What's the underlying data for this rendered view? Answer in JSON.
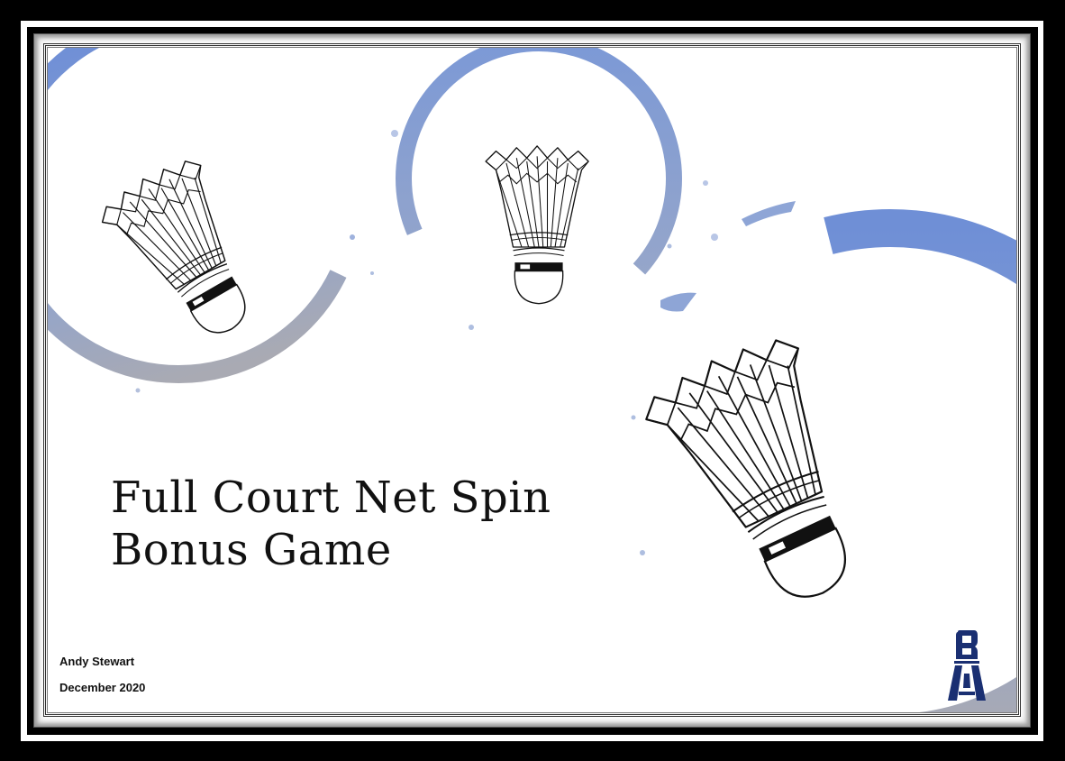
{
  "slide": {
    "title_line1": "Full Court Net Spin",
    "title_line2": "Bonus Game",
    "author": "Andy Stewart",
    "date": "December 2020"
  },
  "decorations": {
    "shuttlecock_count": 3,
    "ring_color": "#7f9bd3",
    "ring_gradient_end": "#a8a9b4",
    "logo_color": "#1a2f72",
    "logo_letters": "BA",
    "icon_names": [
      "shuttlecock-icon",
      "brush-ring",
      "company-logo-icon"
    ]
  },
  "frame": {
    "outer_color": "#000000",
    "rule_color": "#ffffff"
  }
}
